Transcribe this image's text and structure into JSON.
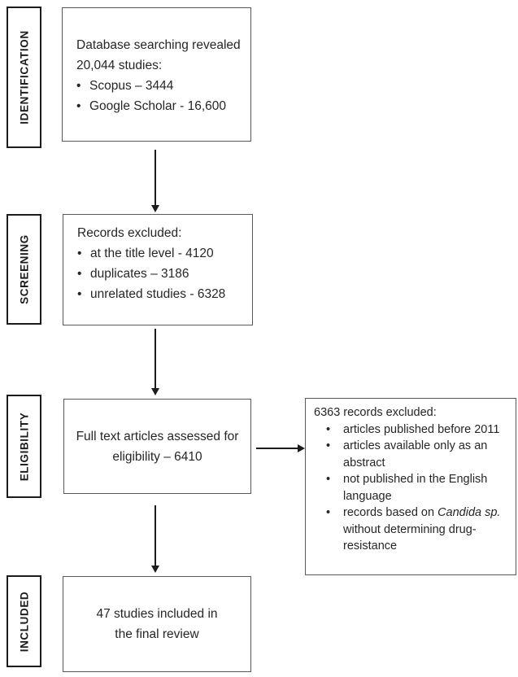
{
  "colors": {
    "background": "#ffffff",
    "label_border": "#1c1c1c",
    "box_border": "#595959",
    "text": "#262626",
    "arrow": "#1c1c1c"
  },
  "stages": {
    "identification": "IDENTIFICATION",
    "screening": "SCREENING",
    "eligibility": "ELIGIBILITY",
    "included": "INCLUDED"
  },
  "flow": {
    "identification_box": {
      "intro": "Database searching revealed 20,044 studies:",
      "bullet_marker": "•",
      "bullets": [
        "Scopus – 3444",
        "Google Scholar - 16,600"
      ]
    },
    "screening_box": {
      "intro": "Records excluded:",
      "bullet_marker": "•",
      "bullets": [
        "at the title level - 4120",
        "duplicates – 3186",
        "unrelated studies - 6328"
      ]
    },
    "eligibility_box": {
      "text": "Full text articles assessed for eligibility – 6410"
    },
    "exclusion_box": {
      "intro": "6363 records excluded:",
      "bullet_marker": "•",
      "bullets": [
        "articles published before 2011",
        "articles available only as an abstract",
        "not published in the English language"
      ],
      "candida_bullet": {
        "prefix": "records based on ",
        "italic": "Candida sp.",
        "suffix": " without determining drug-resistance"
      }
    },
    "included_box": {
      "text": "47 studies included in the final review"
    }
  }
}
